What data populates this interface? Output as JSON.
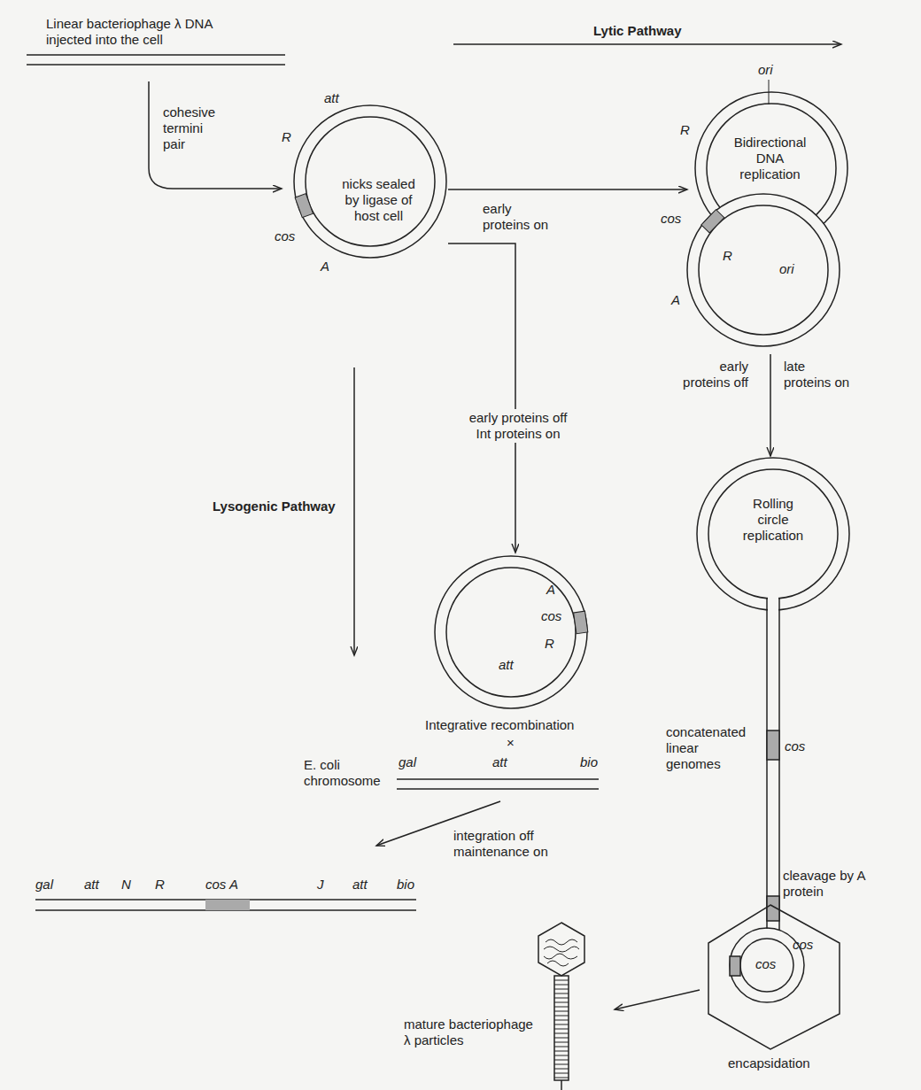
{
  "diagram": {
    "nodes": [
      {
        "text": [
          "nicks sealed by ligase of host cell"
        ]
      },
      {
        "text": [
          "Bidirectional DNA replication"
        ]
      },
      {
        "text": [
          "A",
          "cos",
          "R",
          "att"
        ]
      },
      {
        "text": [
          "Rolling circle replication"
        ]
      }
    ],
    "edges": [
      {
        "from": 0,
        "to": 1,
        "arrow": "to",
        "label": "early proteins on"
      },
      {
        "from": 0,
        "to": 2,
        "arrow": "to"
      },
      {
        "from": 1,
        "to": 3,
        "arrow": "to"
      }
    ],
    "labels": [
      "Linear bacteriophage λ DNA injected into the cell",
      "Lytic Pathway",
      "cohesive termini pair",
      "att",
      "R",
      "cos",
      "A",
      "ori",
      "R",
      "cos",
      "R",
      "ori",
      "A",
      "early proteins off",
      "late proteins on",
      "early proteins off Int proteins on",
      "Lysogenic Pathway",
      "Integrative recombination",
      "×",
      "E. coli chromosome",
      "gal",
      "att",
      "bio",
      "integration off maintenance on",
      "concatenated linear genomes",
      "cos",
      "cleavage by A protein",
      "cos",
      "cos",
      "gal",
      "att",
      "N",
      "R",
      "cos A",
      "J",
      "att",
      "bio",
      "mature bacteriophage λ particles",
      "encapsidation"
    ]
  }
}
